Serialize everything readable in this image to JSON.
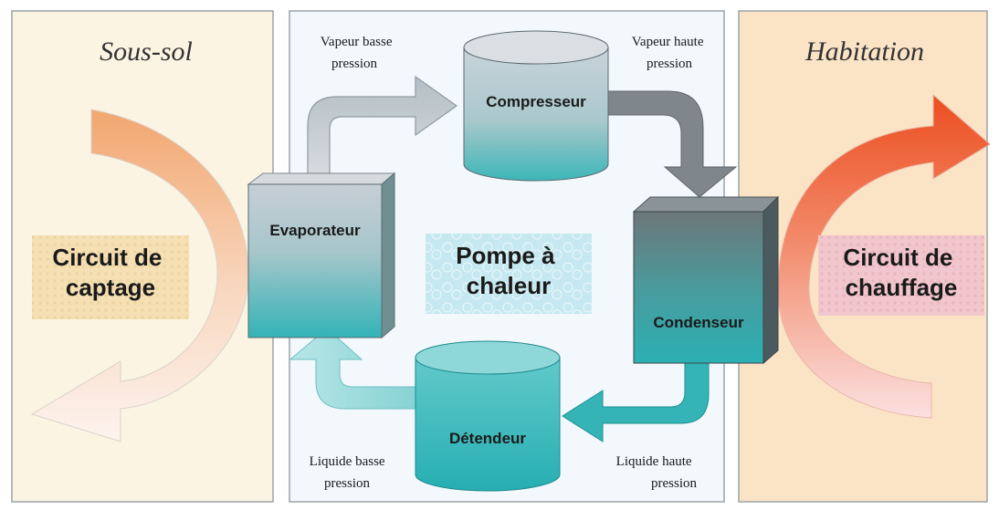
{
  "zones": {
    "left_title": "Sous-sol",
    "right_title": "Habitation"
  },
  "circuits": {
    "left": [
      "Circuit de",
      "captage"
    ],
    "right": [
      "Circuit de",
      "chauffage"
    ]
  },
  "center_label": [
    "Pompe à",
    "chaleur"
  ],
  "components": {
    "evaporator": "Evaporateur",
    "compressor": "Compresseur",
    "condenser": "Condenseur",
    "expansion_valve": "Détendeur"
  },
  "flow_labels": {
    "low_pressure_vapor": [
      "Vapeur basse",
      "pression"
    ],
    "high_pressure_vapor": [
      "Vapeur haute",
      "pression"
    ],
    "low_pressure_liquid": [
      "Liquide basse",
      "pression"
    ],
    "high_pressure_liquid": [
      "Liquide haute",
      "pression"
    ]
  },
  "colors": {
    "left_zone": "#fcf4e2",
    "right_zone": "#fbe3c6",
    "center_zone": "#f2f8fc",
    "teal": "#3eb8ba",
    "hot_arrow": "#ec5a28",
    "cold_arrow": "#f3b486"
  }
}
